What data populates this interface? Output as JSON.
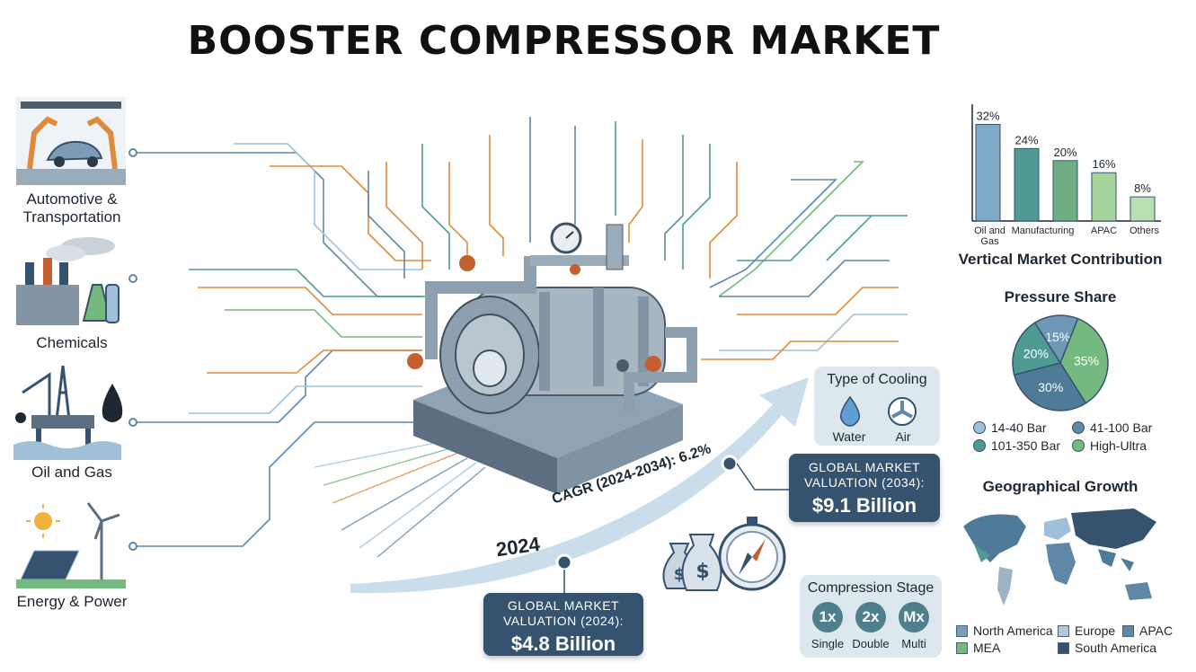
{
  "title": "BOOSTER COMPRESSOR MARKET",
  "industries": [
    {
      "label_line1": "Automotive &",
      "label_line2": "Transportation",
      "icon": "factory-robot-icon"
    },
    {
      "label_line1": "Chemicals",
      "label_line2": "",
      "icon": "chemical-plant-icon"
    },
    {
      "label_line1": "Oil and Gas",
      "label_line2": "",
      "icon": "oil-rig-icon"
    },
    {
      "label_line1": "Energy & Power",
      "label_line2": "",
      "icon": "renewable-energy-icon"
    }
  ],
  "valuation_2024": {
    "line1": "GLOBAL MARKET",
    "line2": "VALUATION (2024):",
    "value": "$4.8 Billion"
  },
  "valuation_2034": {
    "line1": "GLOBAL MARKET",
    "line2": "VALUATION (2034):",
    "value": "$9.1 Billion"
  },
  "year_label": "2024",
  "cagr_label": "CAGR (2024-2034): 6.2%",
  "cooling": {
    "title": "Type of Cooling",
    "items": [
      "Water",
      "Air"
    ]
  },
  "compression": {
    "title": "Compression Stage",
    "items": [
      {
        "badge": "1x",
        "label": "Single"
      },
      {
        "badge": "2x",
        "label": "Double"
      },
      {
        "badge": "Mx",
        "label": "Multi"
      }
    ]
  },
  "colors": {
    "dark_blue": "#35536e",
    "steel": "#5f87a6",
    "teal": "#4f9a94",
    "green": "#74b97f",
    "light_green": "#a6d49b",
    "orange": "#e08a3c"
  },
  "chart_data": [
    {
      "type": "bar",
      "title": "Vertical Market Contribution",
      "categories": [
        "Oil and Gas",
        "Manufacturing",
        "",
        "APAC",
        "Others"
      ],
      "values": [
        32,
        24,
        20,
        16,
        8
      ],
      "value_labels": [
        "32%",
        "24%",
        "20%",
        "16%",
        "8%"
      ],
      "ylim": [
        0,
        35
      ]
    },
    {
      "type": "pie",
      "title": "Pressure Share",
      "slices": [
        {
          "label": "15%",
          "value": 15
        },
        {
          "label": "35%",
          "value": 35
        },
        {
          "label": "30%",
          "value": 30
        },
        {
          "label": "20%",
          "value": 20
        }
      ],
      "legend": [
        "14-40 Bar",
        "41-100 Bar",
        "101-350 Bar",
        "High-Ultra"
      ]
    },
    {
      "type": "map",
      "title": "Geographical Growth",
      "legend": [
        "North America",
        "Europe",
        "APAC",
        "MEA",
        "South America"
      ]
    }
  ]
}
